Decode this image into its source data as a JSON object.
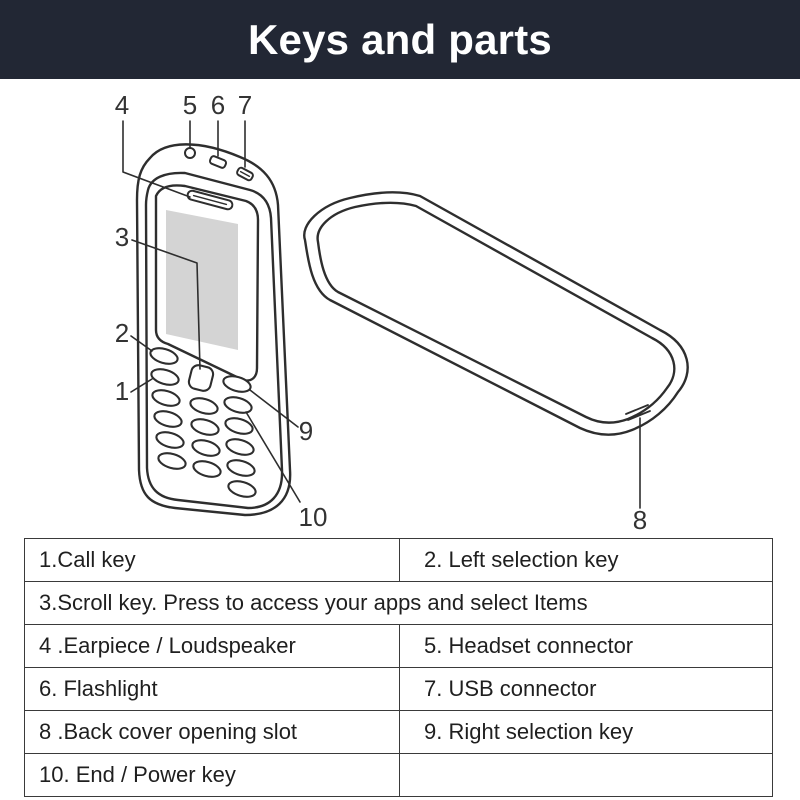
{
  "header": {
    "title": "Keys and parts"
  },
  "diagram": {
    "callouts": [
      "1",
      "2",
      "3",
      "4",
      "5",
      "6",
      "7",
      "8",
      "9",
      "10"
    ]
  },
  "table": {
    "rows": [
      [
        "1.Call key",
        "2. Left selection key"
      ],
      [
        "3.Scroll key. Press to access your apps and select Items"
      ],
      [
        "4 .Earpiece / Loudspeaker",
        "5. Headset connector"
      ],
      [
        "6. Flashlight",
        "7. USB connector"
      ],
      [
        "8 .Back cover opening slot",
        "9. Right selection key"
      ],
      [
        "10. End / Power key"
      ]
    ]
  },
  "theme": {
    "header_bg": "#222734",
    "header_text": "#ffffff",
    "line_color": "#2e2e2e",
    "screen_color": "#d4d4d4"
  }
}
